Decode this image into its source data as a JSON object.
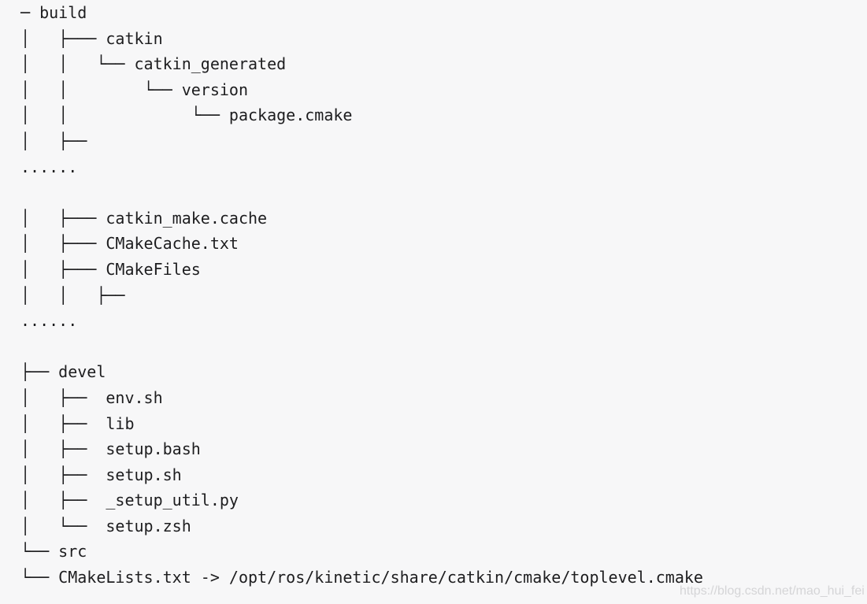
{
  "page": {
    "background_color": "#f7f7f8",
    "text_color": "#1d1d1f"
  },
  "tree": {
    "description": "catkin workspace directory tree listing",
    "lines": [
      "─ build",
      "│   ├─── catkin",
      "│   │   └── catkin_generated",
      "│   │        └── version",
      "│   │             └── package.cmake",
      "│   ├──",
      "......",
      "",
      "│   ├─── catkin_make.cache",
      "│   ├─── CMakeCache.txt",
      "│   ├─── CMakeFiles",
      "│   │   ├──",
      "......",
      "",
      "├── devel",
      "│   ├──  env.sh",
      "│   ├──  lib",
      "│   ├──  setup.bash",
      "│   ├──  setup.sh",
      "│   ├──  _setup_util.py",
      "│   └──  setup.zsh",
      "└── src",
      "└── CMakeLists.txt -> /opt/ros/kinetic/share/catkin/cmake/toplevel.cmake"
    ],
    "entries": {
      "root_dirs": [
        "build",
        "devel",
        "src"
      ],
      "build_children": [
        "catkin",
        "catkin_make.cache",
        "CMakeCache.txt",
        "CMakeFiles"
      ],
      "catkin_children_path": "catkin_generated/version/package.cmake",
      "devel_children": [
        "env.sh",
        "lib",
        "setup.bash",
        "setup.sh",
        "_setup_util.py",
        "setup.zsh"
      ],
      "symlink": "CMakeLists.txt -> /opt/ros/kinetic/share/catkin/cmake/toplevel.cmake",
      "ellipsis": "......"
    }
  },
  "watermark": {
    "text": "https://blog.csdn.net/mao_hui_fei",
    "color": "#d5d5d7"
  }
}
